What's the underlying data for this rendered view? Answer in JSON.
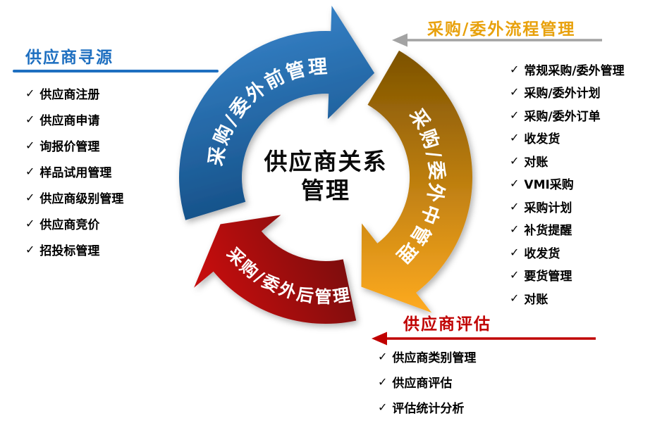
{
  "center_title": {
    "line1": "供应商关系",
    "line2": "管理"
  },
  "ring": {
    "pre": {
      "label": "采购/委外前管理",
      "gradient_start": "#3b8ad2",
      "gradient_end": "#155087"
    },
    "mid": {
      "label": "采购/委外中管理",
      "gradient_start": "#7c5200",
      "gradient_end": "#ffab21"
    },
    "post": {
      "label": "采购/委外后管理",
      "gradient_start": "#6e0b0b",
      "gradient_end": "#c40f0f"
    }
  },
  "check_glyph": "✓",
  "left_panel": {
    "title": "供应商寻源",
    "title_color": "#1e6fc0",
    "items": [
      "供应商注册",
      "供应商申请",
      "询报价管理",
      "样品试用管理",
      "供应商级别管理",
      "供应商竞价",
      "招投标管理"
    ]
  },
  "right_panel": {
    "title": "采购/委外流程管理",
    "title_color": "#e8a10c",
    "arrow_color": "#a3a3a3",
    "items": [
      "常规采购/委外管理",
      "采购/委外计划",
      "采购/委外订单",
      "收发货",
      "对账",
      "VMI采购",
      "采购计划",
      "补货提醒",
      "收发货",
      "要货管理",
      "对账"
    ]
  },
  "bottom_panel": {
    "title": "供应商评估",
    "title_color": "#c00000",
    "arrow_color": "#c00000",
    "items": [
      "供应商类别管理",
      "供应商评估",
      "评估统计分析"
    ]
  }
}
